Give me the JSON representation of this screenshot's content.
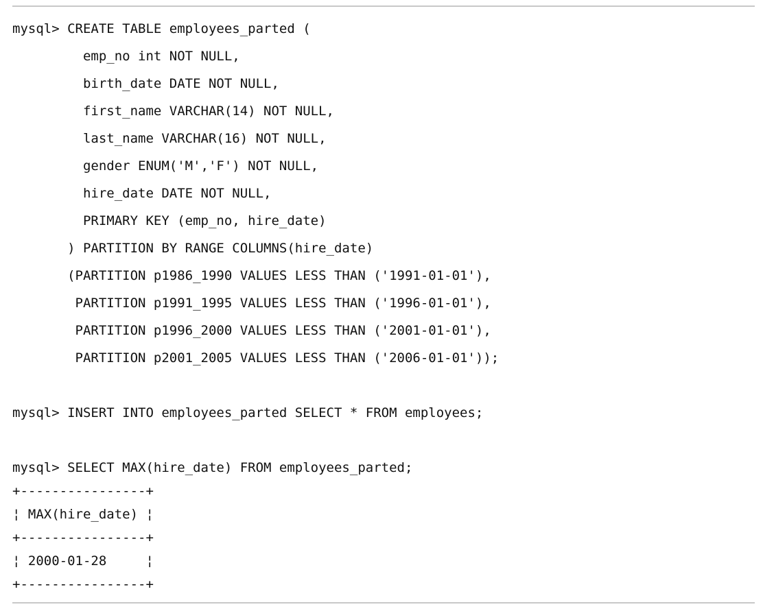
{
  "listing": {
    "lines": [
      "mysql> CREATE TABLE employees_parted (",
      "         emp_no int NOT NULL,",
      "         birth_date DATE NOT NULL,",
      "         first_name VARCHAR(14) NOT NULL,",
      "         last_name VARCHAR(16) NOT NULL,",
      "         gender ENUM('M','F') NOT NULL,",
      "         hire_date DATE NOT NULL,",
      "         PRIMARY KEY (emp_no, hire_date)",
      "       ) PARTITION BY RANGE COLUMNS(hire_date)",
      "       (PARTITION p1986_1990 VALUES LESS THAN ('1991-01-01'),",
      "        PARTITION p1991_1995 VALUES LESS THAN ('1996-01-01'),",
      "        PARTITION p1996_2000 VALUES LESS THAN ('2001-01-01'),",
      "        PARTITION p2001_2005 VALUES LESS THAN ('2006-01-01'));",
      "",
      "mysql> INSERT INTO employees_parted SELECT * FROM employees;",
      "",
      "mysql> SELECT MAX(hire_date) FROM employees_parted;"
    ]
  },
  "result": {
    "border": "+----------------+",
    "header": "¦ MAX(hire_date) ¦",
    "row": "¦ 2000-01-28     ¦"
  }
}
